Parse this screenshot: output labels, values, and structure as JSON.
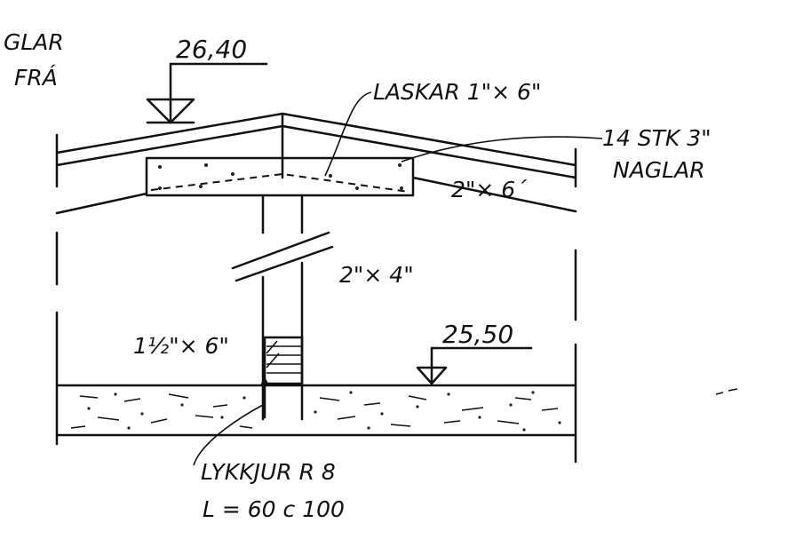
{
  "labels": {
    "top_left_1": "GLAR",
    "top_left_2": "FRÁ",
    "elevation_top": "26,40",
    "elevation_floor": "25,50",
    "laskar": "LASKAR  1\"× 6\"",
    "nails_1": "14  STK  3\"",
    "nails_2": "NAGLAR",
    "rafter": "2\"× 6´",
    "post": "2\"× 4\"",
    "ledger": "1½\"× 6\"",
    "anchor_1": "LYKKJUR   R 8",
    "anchor_2": "L = 60  c  100"
  },
  "colors": {
    "ink": "#111111",
    "paper": "#ffffff"
  }
}
